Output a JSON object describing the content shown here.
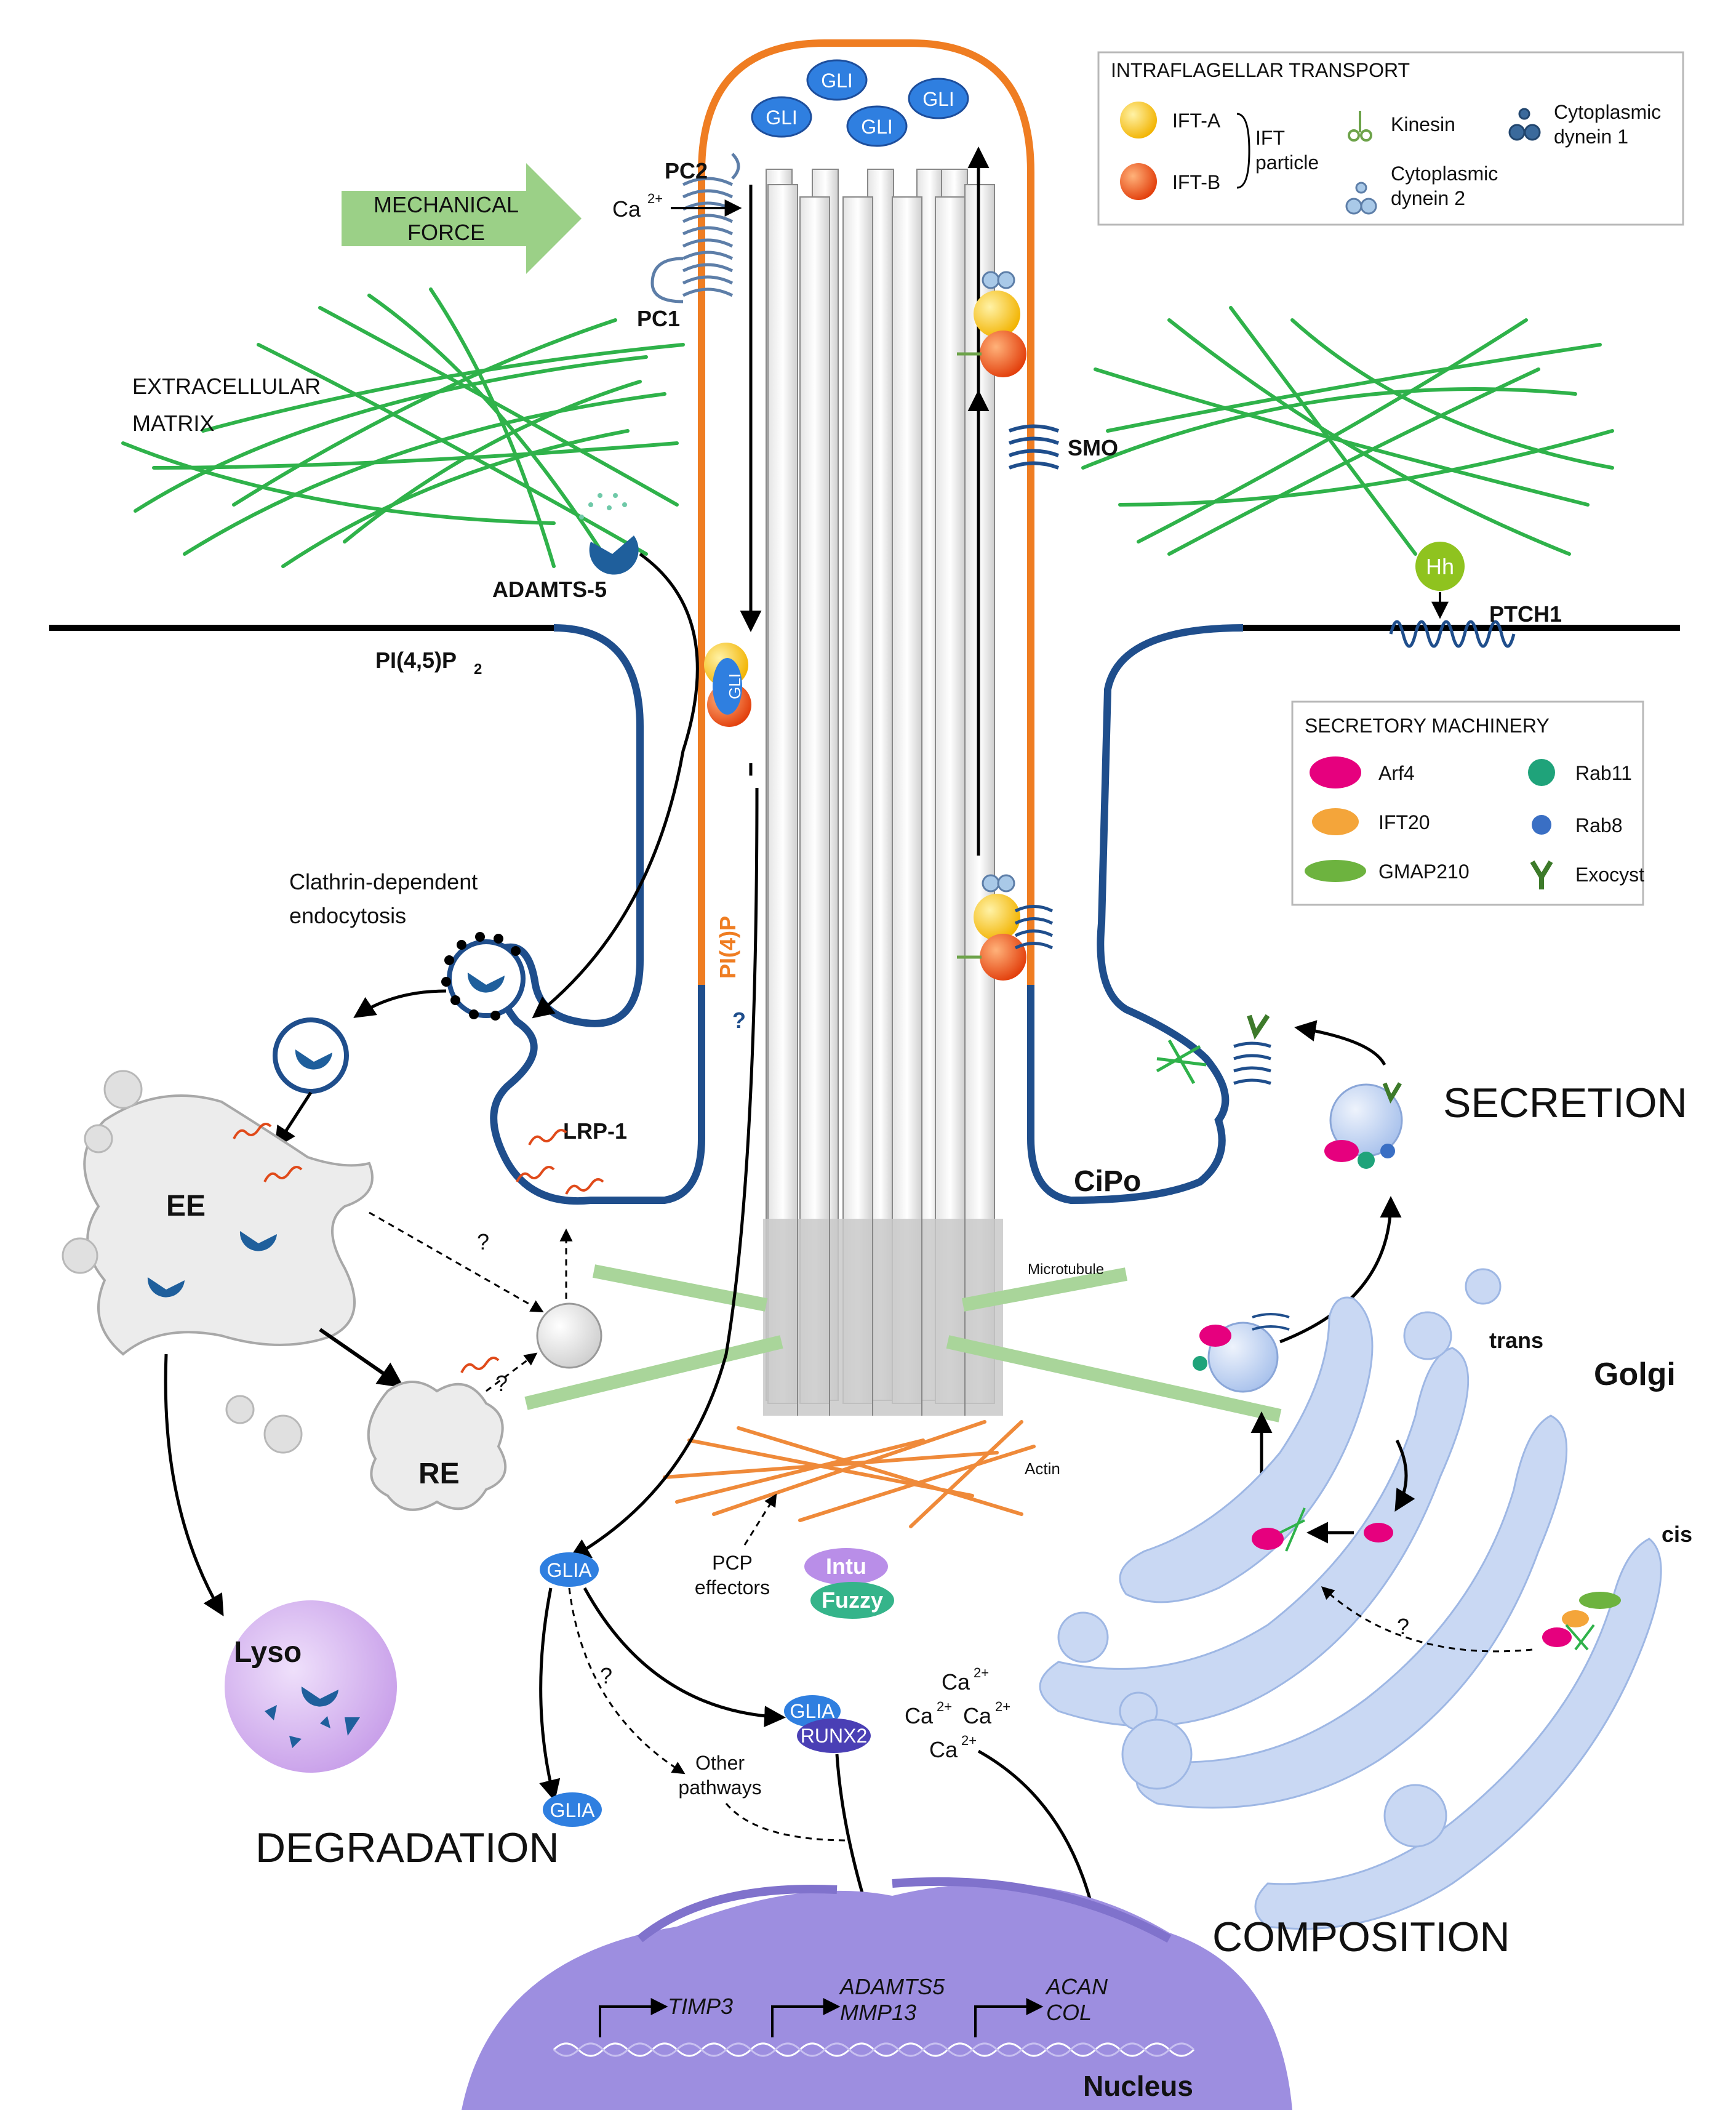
{
  "labels": {
    "mechanical_force": [
      "MECHANICAL",
      "FORCE"
    ],
    "extracellular_matrix": [
      "EXTRACELLULAR",
      "MATRIX"
    ],
    "pc2": "PC2",
    "pc1": "PC1",
    "ca_in": "Ca",
    "adamts5": "ADAMTS-5",
    "pi45p2": "PI(4,5)P",
    "pi45p2_sub": "2",
    "pi4p": "PI(4)P",
    "question": "?",
    "clathrin": [
      "Clathrin-dependent",
      "endocytosis"
    ],
    "lrp1": "LRP-1",
    "ee": "EE",
    "re": "RE",
    "lyso": "Lyso",
    "smo": "SMO",
    "hh": "Hh",
    "ptch1": "PTCH1",
    "cipo": "CiPo",
    "secretion": "SECRETION",
    "microtubule": "Microtubule",
    "actin": "Actin",
    "trans": "trans",
    "cis": "cis",
    "golgi": "Golgi",
    "gli": "GLI",
    "glia": "GLIA",
    "runx2": "RUNX2",
    "pcp_effectors": [
      "PCP",
      "effectors"
    ],
    "intu": "Intu",
    "fuzzy": "Fuzzy",
    "other_pathways": [
      "Other",
      "pathways"
    ],
    "ca2": "Ca",
    "sup2": "2+",
    "degradation": "DEGRADATION",
    "composition": "COMPOSITION",
    "nucleus": "Nucleus",
    "timp3": "TIMP3",
    "adamts5_gene": "ADAMTS5",
    "mmp13": "MMP13",
    "acan": "ACAN",
    "col": "COL"
  },
  "ift_legend": {
    "title": "INTRAFLAGELLAR TRANSPORT",
    "ift_a": "IFT-A",
    "ift_b": "IFT-B",
    "ift_particle": [
      "IFT",
      "particle"
    ],
    "kinesin": "Kinesin",
    "dynein2": [
      "Cytoplasmic",
      "dynein 2"
    ],
    "dynein1": [
      "Cytoplasmic",
      "dynein 1"
    ]
  },
  "secretory_legend": {
    "title": "SECRETORY MACHINERY",
    "items": [
      {
        "label": "Arf4",
        "color": "#e6007e"
      },
      {
        "label": "IFT20",
        "color": "#f4a53a"
      },
      {
        "label": "GMAP210",
        "color": "#6db33f"
      },
      {
        "label": "Rab11",
        "color": "#1fa37a"
      },
      {
        "label": "Rab8",
        "color": "#3a6fc4"
      },
      {
        "label": "Exocyst",
        "color": "#3d7a2a"
      }
    ]
  },
  "colors": {
    "membrane_orange": "#ef7d22",
    "membrane_blue": "#1f4e8c",
    "ecm_green": "#2fb24a",
    "ift_a": "#f7c11c",
    "ift_b": "#ea4f14",
    "gli_blue": "#2f7fe0",
    "golgi": "#c9d8f3",
    "nucleus": "#9d8ee0",
    "lyso": "#d9b8f0"
  }
}
